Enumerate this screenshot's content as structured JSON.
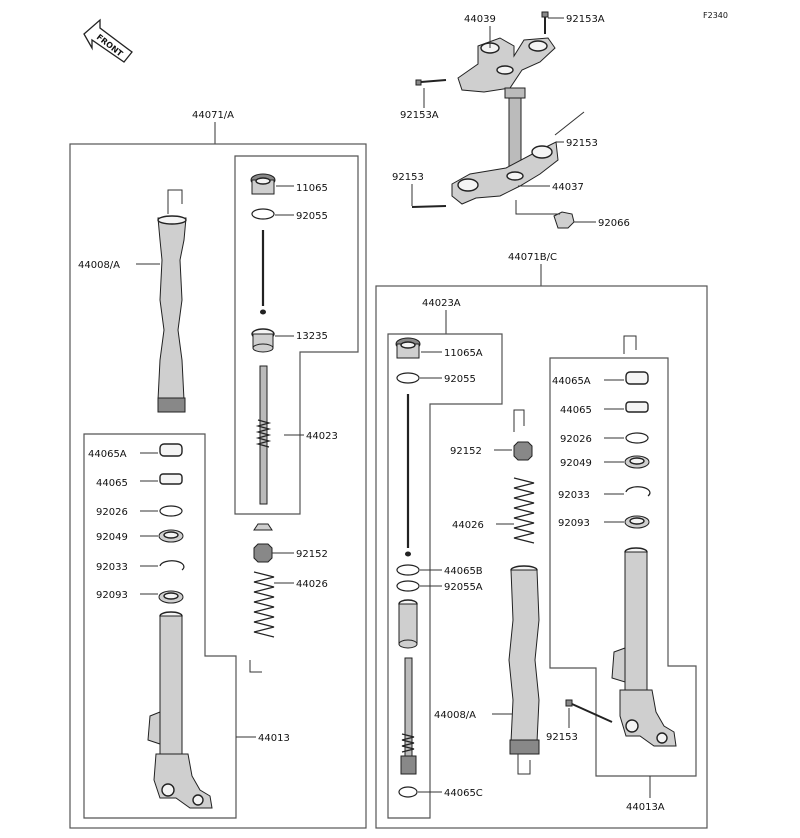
{
  "figure_code": "F2340",
  "front_label": "FRONT",
  "labels": {
    "p44039": "44039",
    "p92153A_top": "92153A",
    "p92153A_left": "92153A",
    "p92153_right": "92153",
    "p92153_left": "92153",
    "p44037": "44037",
    "p92066": "92066",
    "p44071A": "44071/A",
    "p44071BC": "44071B/C",
    "p44008A_left": "44008/A",
    "p11065": "11065",
    "p92055": "92055",
    "p13235": "13235",
    "p44023": "44023",
    "p92152_left": "92152",
    "p44026_left": "44026",
    "p44065A_left": "44065A",
    "p44065_left": "44065",
    "p92026_left": "92026",
    "p92049_left": "92049",
    "p92033_left": "92033",
    "p92093_left": "92093",
    "p44013": "44013",
    "p44023A": "44023A",
    "p11065A": "11065A",
    "p92055_right": "92055",
    "p92152_right": "92152",
    "p44026_right": "44026",
    "p44065B": "44065B",
    "p92055A": "92055A",
    "p44008A_right": "44008/A",
    "p44065C": "44065C",
    "p44065A_right": "44065A",
    "p44065_right": "44065",
    "p92026_right": "92026",
    "p92049_right": "92049",
    "p92033_right": "92033",
    "p92093_right": "92093",
    "p92153_bottom": "92153",
    "p44013A": "44013A"
  }
}
